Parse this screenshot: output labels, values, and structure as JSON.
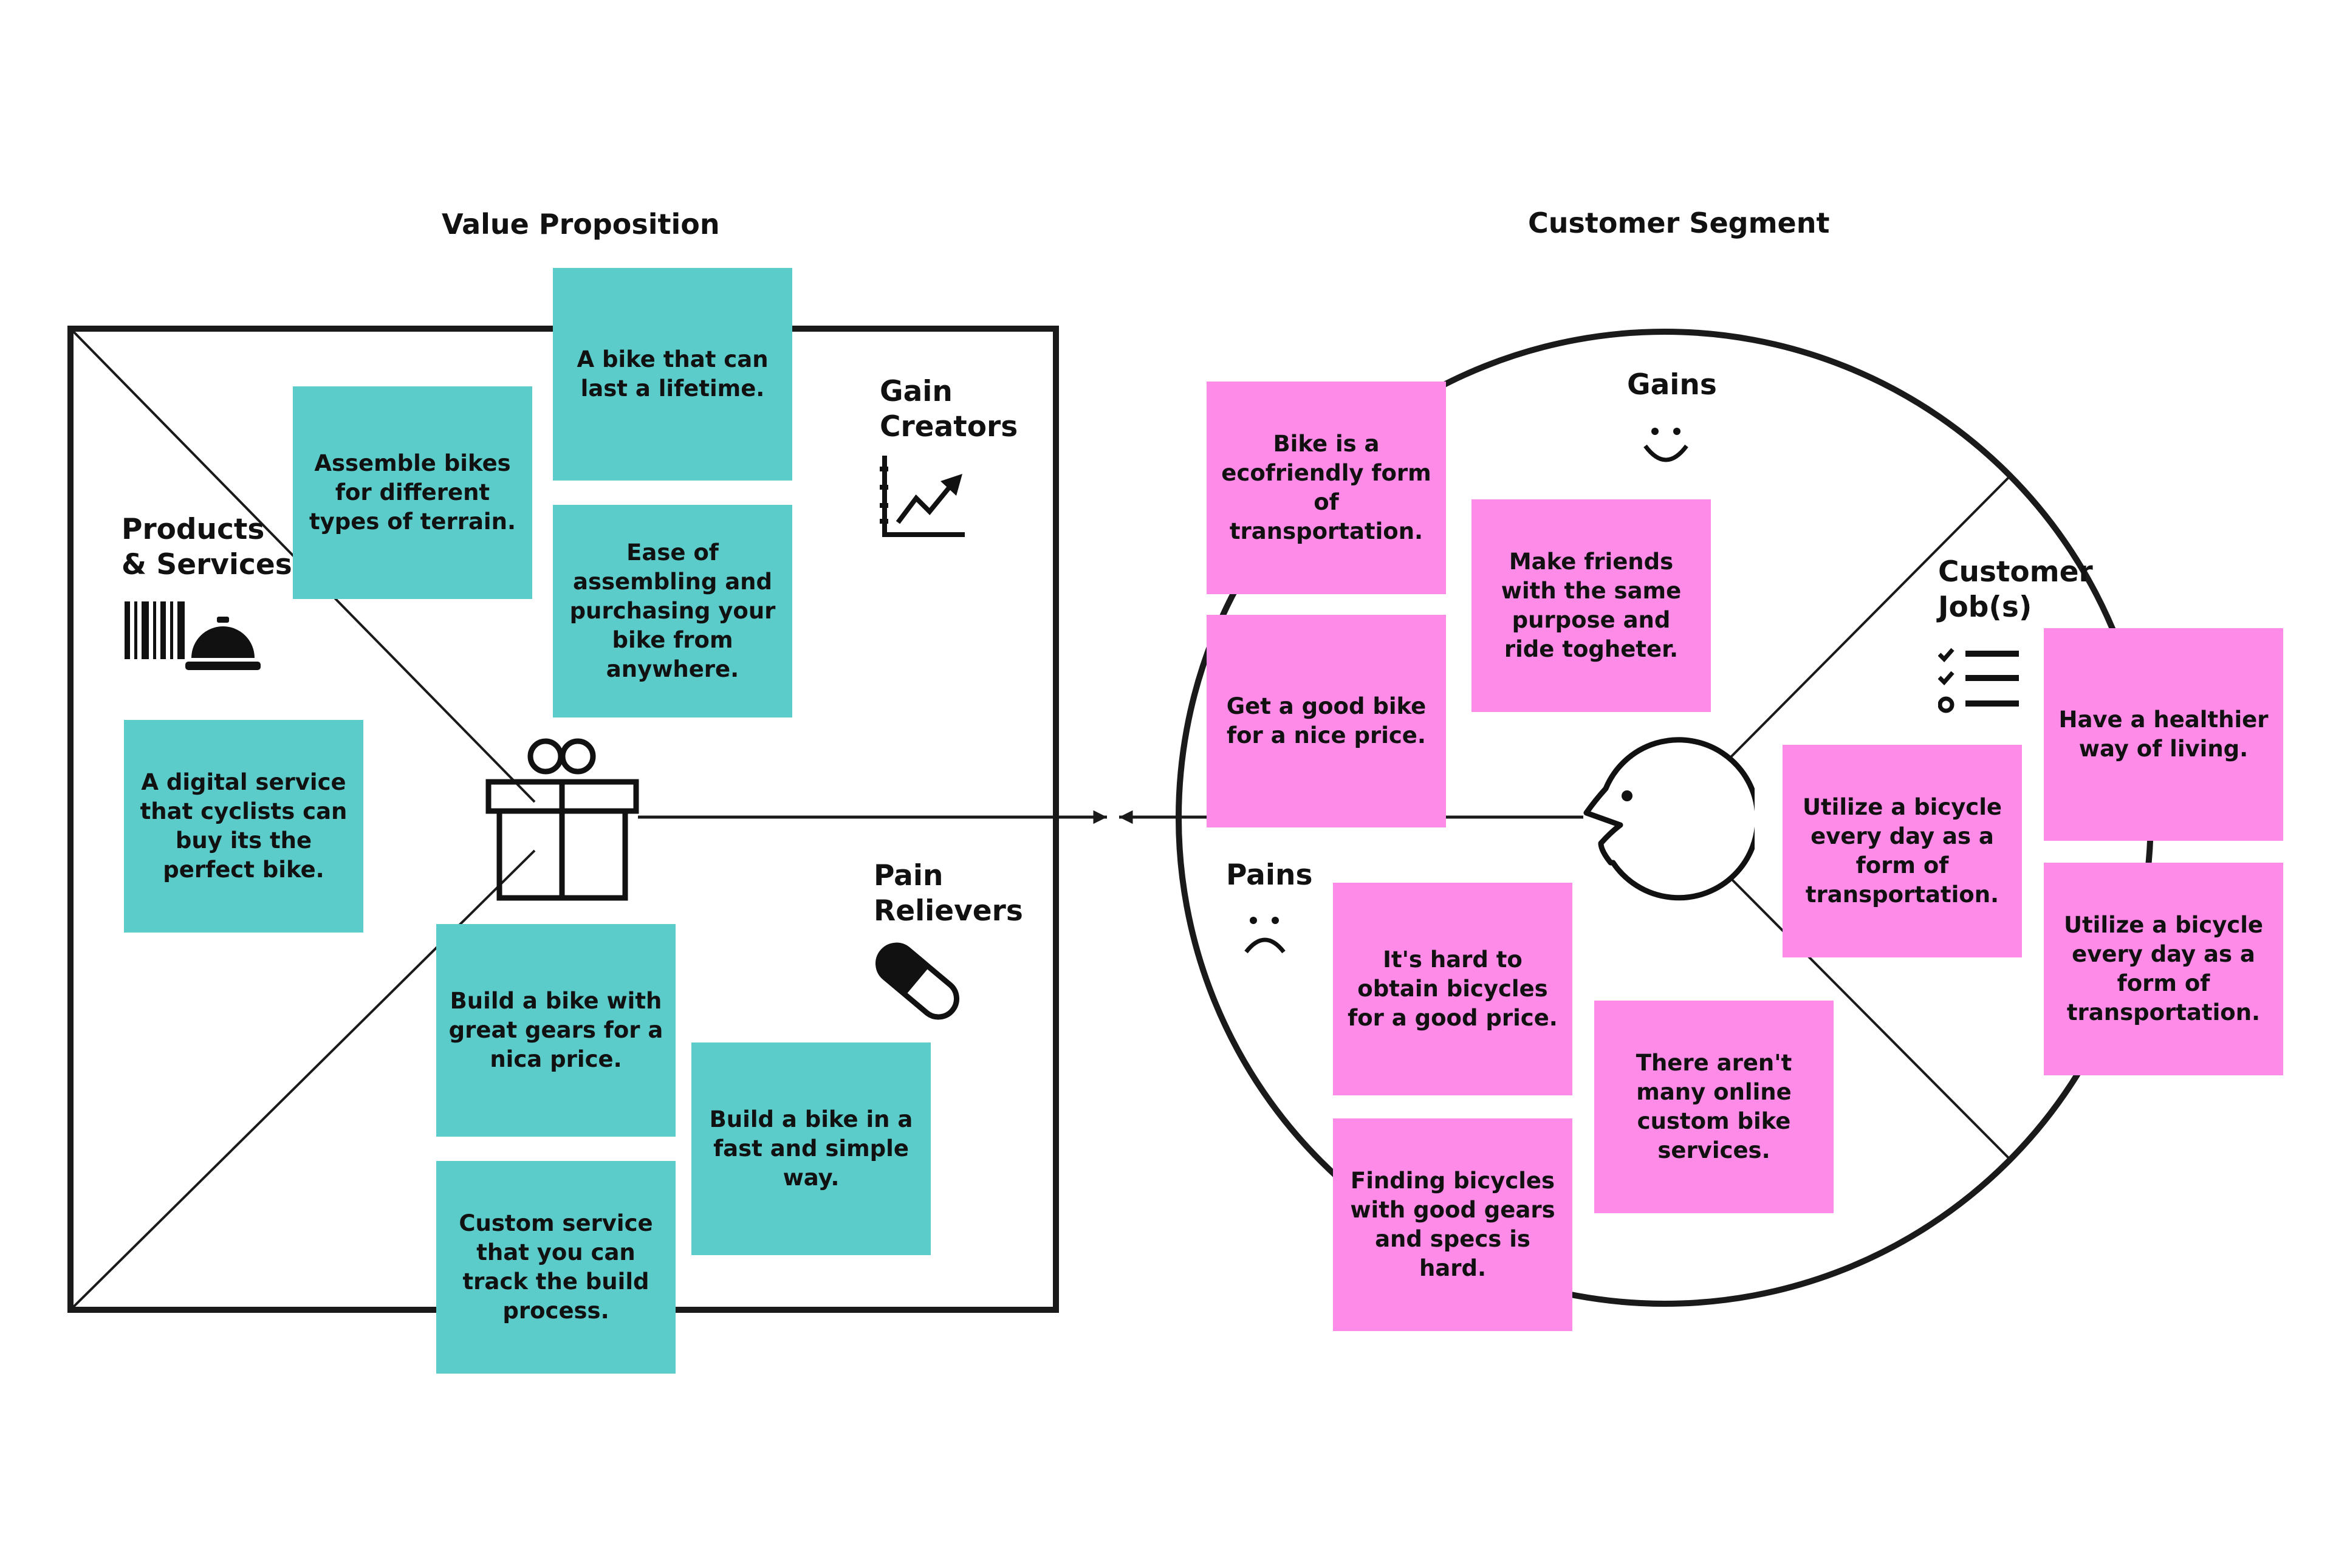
{
  "colors": {
    "teal_note": "#5ccccb",
    "pink_note": "#fe8be8",
    "line": "#1a1a1a"
  },
  "value_proposition": {
    "title": "Value Proposition",
    "products_services": {
      "label": "Products\n& Services",
      "icons": [
        "barcode-icon",
        "service-bell-icon"
      ],
      "notes": [
        "A digital service that cyclists can buy its the perfect bike."
      ]
    },
    "gain_creators": {
      "label": "Gain\nCreators",
      "icon": "rising-chart-icon",
      "notes": [
        "Assemble bikes for different types of terrain.",
        "A bike that can last a lifetime.",
        "Ease of assembling and purchasing your bike from anywhere."
      ]
    },
    "pain_relievers": {
      "label": "Pain\nRelievers",
      "icon": "pill-icon",
      "notes": [
        "Build a bike with great gears for a nica price.",
        "Custom service that you can track the build process.",
        "Build a bike in a fast and simple way."
      ]
    },
    "center_icon": "gift-icon"
  },
  "customer_segment": {
    "title": "Customer Segment",
    "gains": {
      "label": "Gains",
      "icon": "smile-icon",
      "notes": [
        "Bike is a ecofriendly form of transportation.",
        "Make friends with the same purpose and ride togheter.",
        "Get a good bike for a nice price."
      ]
    },
    "customer_jobs": {
      "label": "Customer\nJob(s)",
      "icon": "checklist-icon",
      "notes": [
        "Have a healthier way of living.",
        "Utilize a bicycle every day as a form of transportation.",
        "Utilize a bicycle every day as a form of transportation."
      ]
    },
    "pains": {
      "label": "Pains",
      "icon": "frown-icon",
      "notes": [
        "It's hard to obtain bicycles for a good price.",
        "There aren't many online custom bike services.",
        "Finding bicycles with good gears and specs is hard."
      ]
    },
    "center_icon": "customer-face-icon"
  }
}
